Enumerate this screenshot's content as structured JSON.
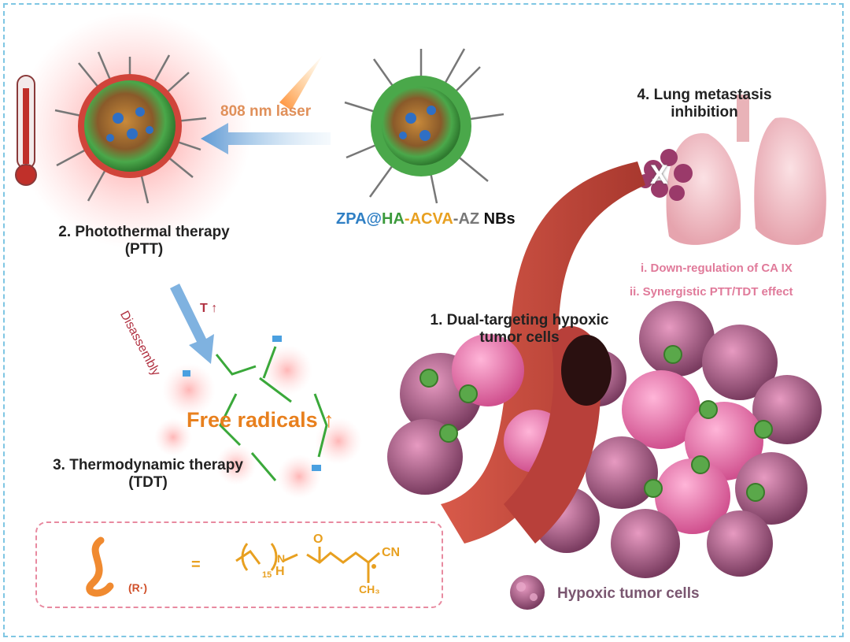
{
  "labels": {
    "laser": "808 nm laser",
    "nbs_parts": [
      "ZPA@",
      "HA",
      "-ACVA",
      "-AZ",
      " NBs"
    ],
    "ptt_line1": "2. Photothermal therapy",
    "ptt_line2": "(PTT)",
    "disassembly": "Disassembly",
    "temp_up": "T ↑",
    "free_radicals": "Free radicals ↑",
    "tdt_line1": "3. Thermodynamic therapy",
    "tdt_line2": "(TDT)",
    "dual_line1": "1. Dual-targeting hypoxic",
    "dual_line2": "tumor cells",
    "lung_line1": "4. Lung metastasis",
    "lung_line2": "inhibition",
    "mech1": "i. Down-regulation of CA IX",
    "mech2": "ii. Synergistic PTT/TDT effect",
    "hypoxic_legend": "Hypoxic tumor cells",
    "radical_symbol": "(R·)",
    "equals": "=",
    "chem_cn": "CN",
    "chem_ch3": "CH₃",
    "chem_o": "O",
    "chem_h": "H",
    "chem_n": "N",
    "chem_15": "15",
    "block_x": "X"
  },
  "colors": {
    "frame": "#7fc6e3",
    "laser": "#e0905a",
    "free_radicals": "#e8801e",
    "mechanism_text": "#e07a9a",
    "vessel": "#c74a3e",
    "tumor": "#9a5478",
    "nanoparticle_shell": "#4aa84a"
  }
}
